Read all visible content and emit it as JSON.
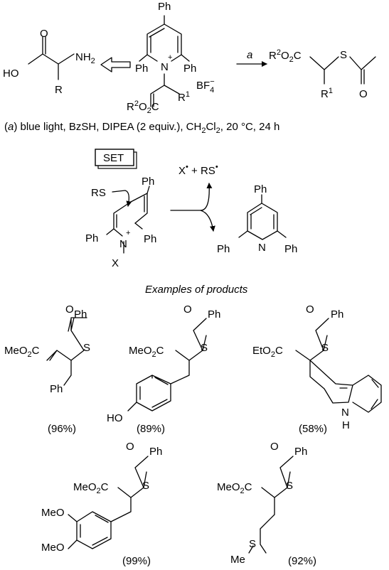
{
  "scheme": {
    "amino_acid": {
      "oh": "HO",
      "nh2": "NH",
      "nh2_sub": "2",
      "o": "O",
      "r": "R"
    },
    "pyridinium": {
      "ph_top": "Ph",
      "ph_left": "Ph",
      "ph_right": "Ph",
      "n": "N",
      "plus": "+",
      "ester_prefix": "R",
      "ester_sup": "2",
      "ester_suffix": "O",
      "ester_sub": "2",
      "ester_c": "C",
      "r1": "R",
      "r1_sup": "1",
      "counterion": "BF",
      "counterion_sub": "4",
      "counterion_sup": "−"
    },
    "arrow_label": "a",
    "product": {
      "ester_prefix": "R",
      "ester_sup": "2",
      "ester_suffix": "O",
      "ester_sub": "2",
      "ester_c": "C",
      "s": "S",
      "o": "O",
      "r1": "R",
      "r1_sup": "1"
    },
    "conditions": {
      "open": "(",
      "label": "a",
      "close": ")",
      "text": " blue light, BzSH, DIPEA (2 equiv.), CH",
      "sub1": "2",
      "mid": "Cl",
      "sub2": "2",
      "tail": ", 20 °C, 24 h"
    }
  },
  "mechanism": {
    "set_label": "SET",
    "radicals": {
      "x": "X",
      "dot": "•",
      "plus": " + RS",
      "dot2": "•"
    },
    "pyridinium": {
      "rs": "RS",
      "ph_top": "Ph",
      "ph_left": "Ph",
      "ph_right": "Ph",
      "n": "N",
      "plus": "+",
      "x": "X"
    },
    "pyridine": {
      "ph_top": "Ph",
      "ph_left": "Ph",
      "ph_right": "Ph",
      "n": "N"
    }
  },
  "examples_title": "Examples of products",
  "examples": [
    {
      "ester": "MeO",
      "ester_sub": "2",
      "ester_c": "C",
      "s": "S",
      "o": "O",
      "ph": "Ph",
      "side": "Ph",
      "yield": "(96%)"
    },
    {
      "ester": "MeO",
      "ester_sub": "2",
      "ester_c": "C",
      "s": "S",
      "o": "O",
      "ph": "Ph",
      "side": "HO",
      "yield": "(89%)"
    },
    {
      "ester": "EtO",
      "ester_sub": "2",
      "ester_c": "C",
      "s": "S",
      "o": "O",
      "ph": "Ph",
      "nh": "N",
      "h": "H",
      "yield": "(58%)"
    },
    {
      "ester": "MeO",
      "ester_sub": "2",
      "ester_c": "C",
      "s": "S",
      "o": "O",
      "ph": "Ph",
      "ome1": "MeO",
      "ome2": "MeO",
      "yield": "(99%)"
    },
    {
      "ester": "MeO",
      "ester_sub": "2",
      "ester_c": "C",
      "s": "S",
      "o": "O",
      "ph": "Ph",
      "sme_s": "S",
      "sme_me": "Me",
      "yield": "(92%)"
    }
  ]
}
